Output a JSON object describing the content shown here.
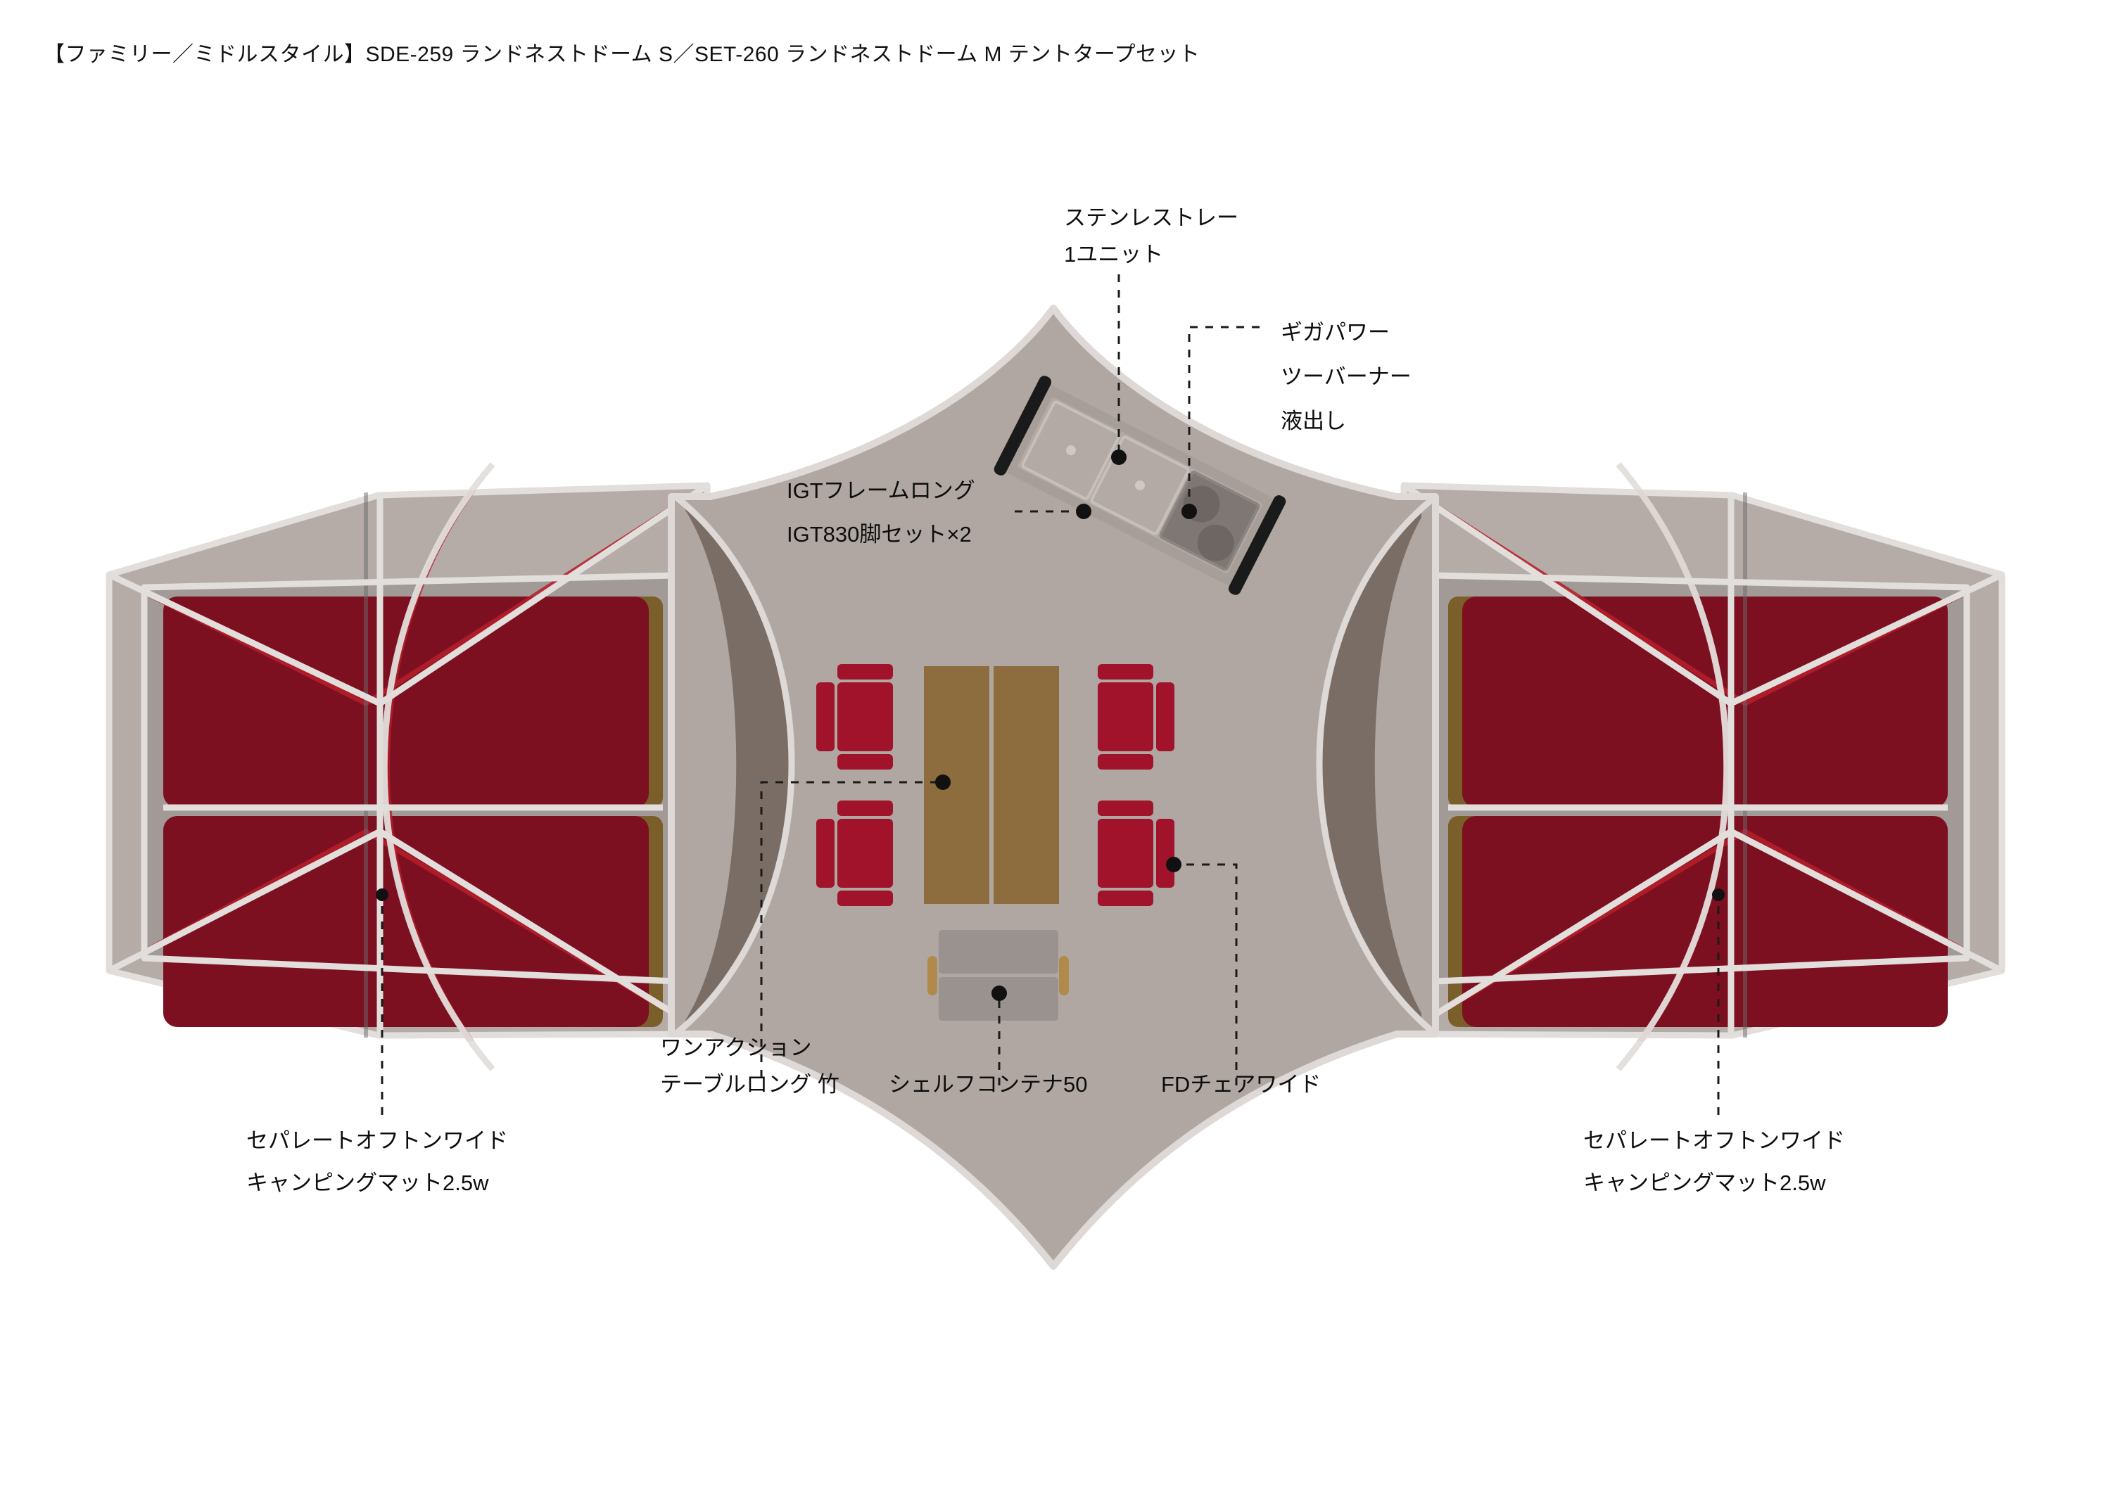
{
  "page": {
    "title": "【ファミリー／ミドルスタイル】SDE-259 ランドネストドーム S／SET-260 ランドネストドーム M テントタープセット",
    "background_color": "#ffffff"
  },
  "colors": {
    "tarp_fill": "#b0a7a3",
    "tarp_edge": "#ded9d6",
    "tarp_shadow": "#7a6d66",
    "tent_fly": "#b5aca8",
    "tent_body": "#a29a96",
    "tent_outline": "#e2dedb",
    "mat_red": "#7d1020",
    "mat_strip_brown": "#7a5f2a",
    "pole_red": "#b51e2a",
    "chair_red": "#a0132a",
    "table_bamboo": "#8d6c3d",
    "shelf_gray": "#9a928e",
    "shelf_handle": "#b08a4a",
    "stove_frame": "#a79e99",
    "stove_tray": "#b3aaa5",
    "stove_burner": "#7f7773",
    "stove_bar": "#1a1a1a",
    "leader_line": "#1a1a1a",
    "label_text": "#0d0d0d"
  },
  "labels": {
    "stainless_tray": {
      "lines": [
        "ステンレストレー",
        "1ユニット"
      ],
      "line1": "ステンレストレー",
      "line2": "1ユニット"
    },
    "gigapower_burner": {
      "lines": [
        "ギガパワー",
        "ツーバーナー",
        "液出し"
      ],
      "line1": "ギガパワー",
      "line2": "ツーバーナー",
      "line3": "液出し"
    },
    "igt_frame": {
      "lines": [
        "IGTフレームロング",
        "IGT830脚セット×2"
      ],
      "line1": "IGTフレームロング",
      "line2": "IGT830脚セット×2"
    },
    "one_action_table": {
      "lines": [
        "ワンアクション",
        "テーブルロング 竹"
      ],
      "line1": "ワンアクション",
      "line2": "テーブルロング 竹"
    },
    "shelf_container": {
      "line1": "シェルフコンテナ50"
    },
    "fd_chair": {
      "line1": "FDチェアワイド"
    },
    "mat_left": {
      "lines": [
        "セパレートオフトンワイド",
        "キャンピングマット2.5w"
      ],
      "line1": "セパレートオフトンワイド",
      "line2": "キャンピングマット2.5w"
    },
    "mat_right": {
      "lines": [
        "セパレートオフトンワイド",
        "キャンピングマット2.5w"
      ],
      "line1": "セパレートオフトンワイド",
      "line2": "キャンピングマット2.5w"
    }
  },
  "items": [
    {
      "id": "stainless-tray",
      "name": "ステンレストレー 1ユニット",
      "count": 1
    },
    {
      "id": "gigapower-two-burner",
      "name": "ギガパワー ツーバーナー 液出し",
      "count": 1
    },
    {
      "id": "igt-frame-long",
      "name": "IGTフレームロング IGT830脚セット×2",
      "count": 2
    },
    {
      "id": "one-action-table-long-bamboo",
      "name": "ワンアクション テーブルロング 竹",
      "count": 1
    },
    {
      "id": "shelf-container-50",
      "name": "シェルフコンテナ50",
      "count": 1
    },
    {
      "id": "fd-chair-wide",
      "name": "FDチェアワイド",
      "count": 4
    },
    {
      "id": "separate-ofuton-wide-camping-mat-2-5w",
      "name": "セパレートオフトンワイド キャンピングマット2.5w",
      "count": 4
    }
  ]
}
